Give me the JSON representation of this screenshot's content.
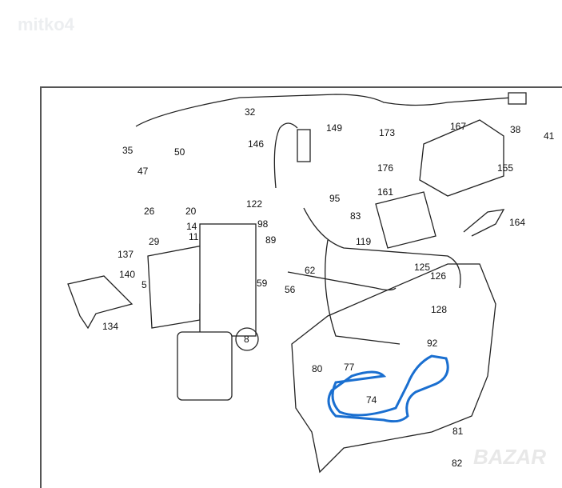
{
  "watermarks": {
    "top_left": "mitko4",
    "bottom_right": "BAZAR"
  },
  "highlight_color": "#1a6fd0",
  "labels": [
    "32",
    "149",
    "173",
    "167",
    "38",
    "41",
    "35",
    "50",
    "146",
    "176",
    "155",
    "47",
    "161",
    "122",
    "95",
    "26",
    "20",
    "98",
    "83",
    "164",
    "14",
    "11",
    "89",
    "29",
    "119",
    "137",
    "62",
    "125",
    "140",
    "5",
    "59",
    "56",
    "126",
    "128",
    "134",
    "8",
    "92",
    "80",
    "77",
    "74",
    "81",
    "82"
  ]
}
